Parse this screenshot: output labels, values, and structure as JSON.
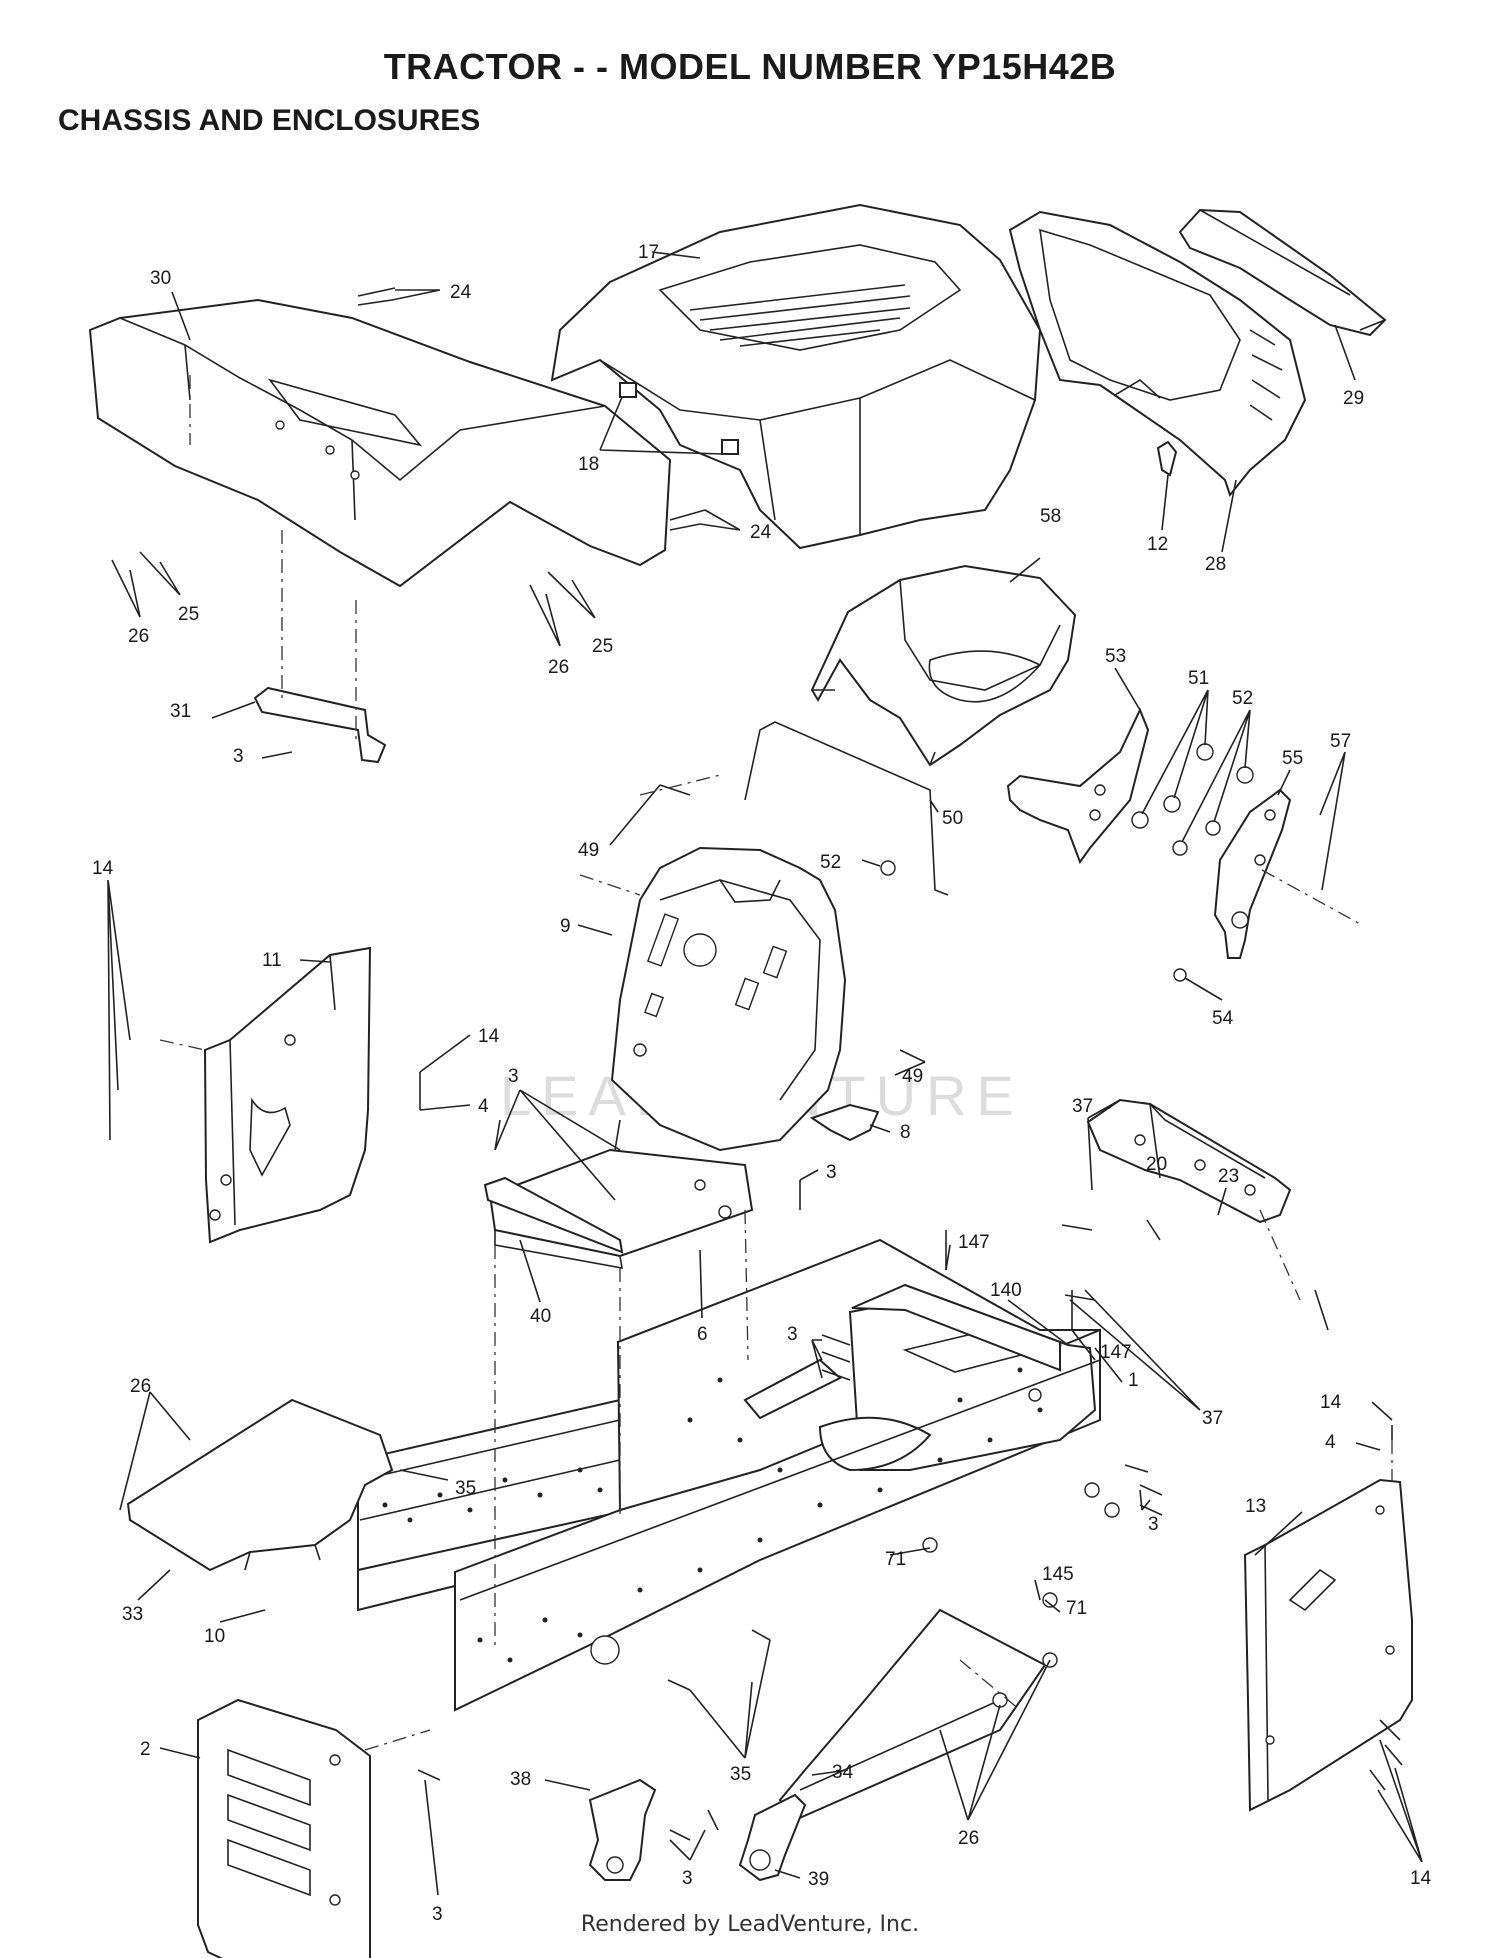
{
  "header": {
    "title": "TRACTOR - - MODEL NUMBER YP15H42B",
    "subtitle": "CHASSIS AND ENCLOSURES"
  },
  "footer": {
    "credit": "Rendered by LeadVenture, Inc."
  },
  "watermark": {
    "text": "LEADVENTURE"
  },
  "callouts": [
    {
      "id": "c17",
      "label": "17"
    },
    {
      "id": "c24a",
      "label": "24"
    },
    {
      "id": "c30",
      "label": "30"
    },
    {
      "id": "c29",
      "label": "29"
    },
    {
      "id": "c18",
      "label": "18"
    },
    {
      "id": "c24b",
      "label": "24"
    },
    {
      "id": "c12",
      "label": "12"
    },
    {
      "id": "c28",
      "label": "28"
    },
    {
      "id": "c25a",
      "label": "25"
    },
    {
      "id": "c26a",
      "label": "26"
    },
    {
      "id": "c25b",
      "label": "25"
    },
    {
      "id": "c26b",
      "label": "26"
    },
    {
      "id": "c58",
      "label": "58"
    },
    {
      "id": "c31",
      "label": "31"
    },
    {
      "id": "c3a",
      "label": "3"
    },
    {
      "id": "c53",
      "label": "53"
    },
    {
      "id": "c51",
      "label": "51"
    },
    {
      "id": "c52a",
      "label": "52"
    },
    {
      "id": "c55",
      "label": "55"
    },
    {
      "id": "c57",
      "label": "57"
    },
    {
      "id": "c50",
      "label": "50"
    },
    {
      "id": "c49a",
      "label": "49"
    },
    {
      "id": "c52b",
      "label": "52"
    },
    {
      "id": "c9",
      "label": "9"
    },
    {
      "id": "c54",
      "label": "54"
    },
    {
      "id": "c11",
      "label": "11"
    },
    {
      "id": "c14a",
      "label": "14"
    },
    {
      "id": "c14b",
      "label": "14"
    },
    {
      "id": "c4a",
      "label": "4"
    },
    {
      "id": "c3b",
      "label": "3"
    },
    {
      "id": "c49b",
      "label": "49"
    },
    {
      "id": "c8",
      "label": "8"
    },
    {
      "id": "c37a",
      "label": "37"
    },
    {
      "id": "c20",
      "label": "20"
    },
    {
      "id": "c23",
      "label": "23"
    },
    {
      "id": "c3c",
      "label": "3"
    },
    {
      "id": "c40",
      "label": "40"
    },
    {
      "id": "c6",
      "label": "6"
    },
    {
      "id": "c147a",
      "label": "147"
    },
    {
      "id": "c3d",
      "label": "3"
    },
    {
      "id": "c140",
      "label": "140"
    },
    {
      "id": "c147b",
      "label": "147"
    },
    {
      "id": "c1",
      "label": "1"
    },
    {
      "id": "c37b",
      "label": "37"
    },
    {
      "id": "c26c",
      "label": "26"
    },
    {
      "id": "c14c",
      "label": "14"
    },
    {
      "id": "c4b",
      "label": "4"
    },
    {
      "id": "c35a",
      "label": "35"
    },
    {
      "id": "c13",
      "label": "13"
    },
    {
      "id": "c3e",
      "label": "3"
    },
    {
      "id": "c71a",
      "label": "71"
    },
    {
      "id": "c145",
      "label": "145"
    },
    {
      "id": "c71b",
      "label": "71"
    },
    {
      "id": "c33",
      "label": "33"
    },
    {
      "id": "c10",
      "label": "10"
    },
    {
      "id": "c2",
      "label": "2"
    },
    {
      "id": "c35b",
      "label": "35"
    },
    {
      "id": "c34",
      "label": "34"
    },
    {
      "id": "c38",
      "label": "38"
    },
    {
      "id": "c26d",
      "label": "26"
    },
    {
      "id": "c39",
      "label": "39"
    },
    {
      "id": "c3f",
      "label": "3"
    },
    {
      "id": "c3g",
      "label": "3"
    },
    {
      "id": "c14d",
      "label": "14"
    }
  ]
}
